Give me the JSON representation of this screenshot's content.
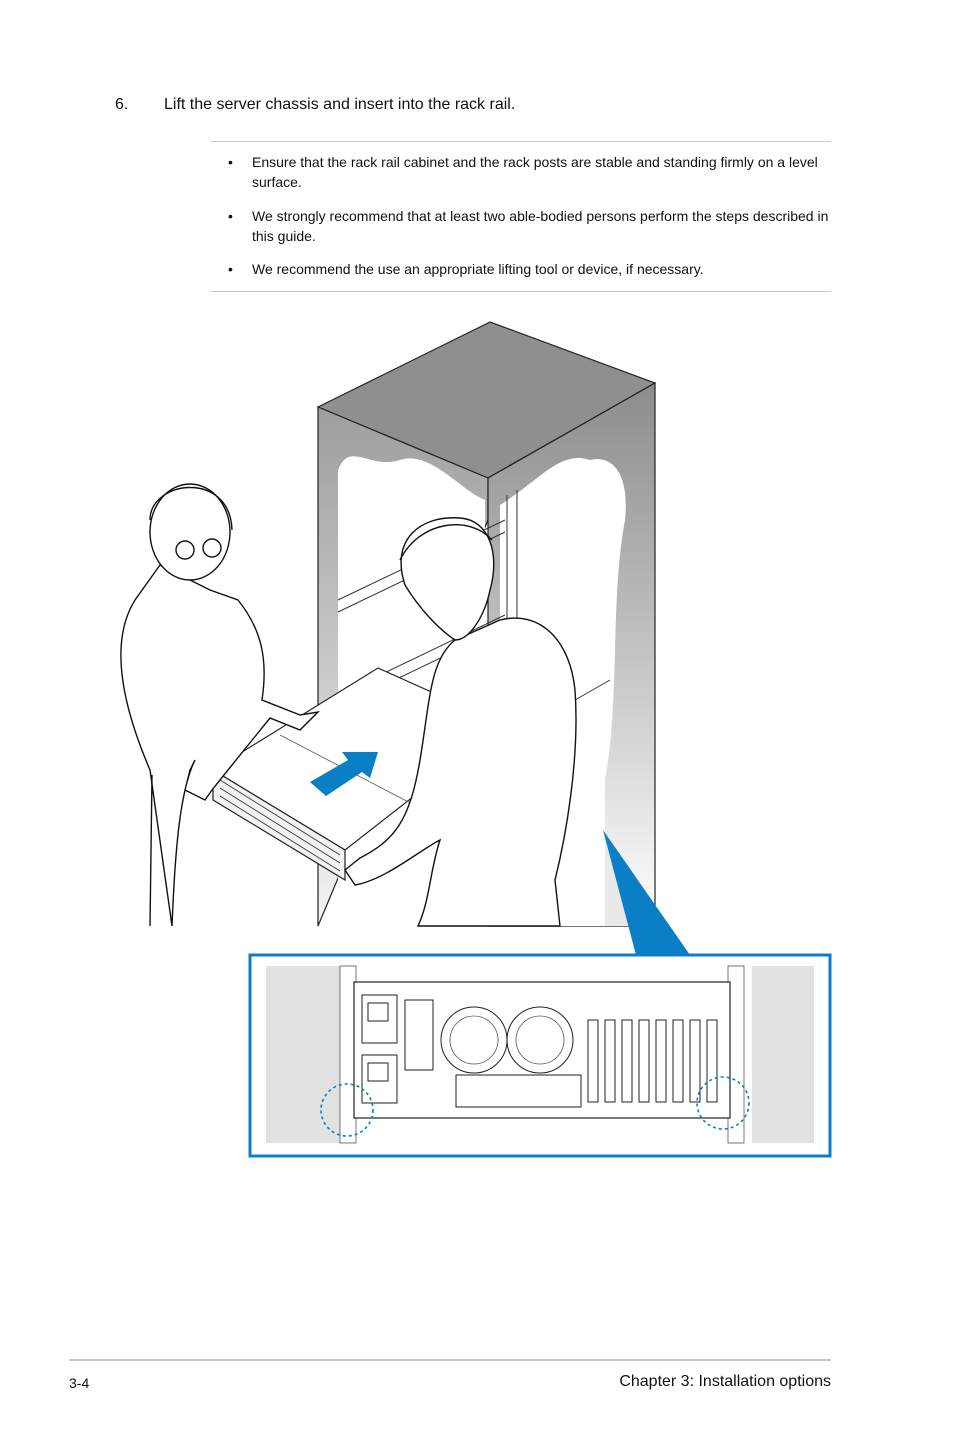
{
  "step": {
    "number": "6.",
    "text": "Lift the server chassis and insert into the rack rail."
  },
  "note": {
    "bullets": [
      {
        "mark": "•",
        "text": "Ensure that the rack rail cabinet and the rack posts are stable and standing firmly on a level surface."
      },
      {
        "mark": "•",
        "text": "We strongly recommend that at least two able-bodied persons perform the steps described in this guide."
      },
      {
        "mark": "•",
        "text": "We recommend the use an appropriate lifting tool or device, if necessary."
      }
    ]
  },
  "illustration": {
    "icons": [
      "rack-cabinet-icon",
      "person-icon",
      "server-chassis-icon",
      "push-arrow-icon",
      "rear-panel-icon"
    ],
    "colors": {
      "callout_blue": "#0b7fc6",
      "rack_gray": "#9a9a9a",
      "rack_light": "#d6d6d6"
    }
  },
  "footer": {
    "page_number": "3-4",
    "chapter": "Chapter 3:  Installation options"
  }
}
